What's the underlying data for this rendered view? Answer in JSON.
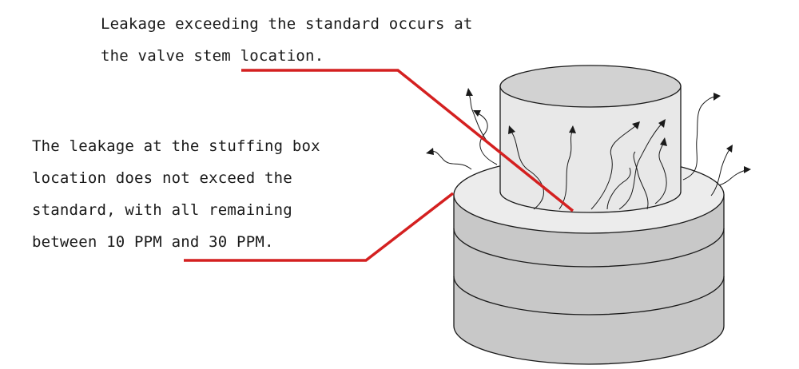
{
  "annotations": {
    "stem_leak": {
      "lines": [
        "Leakage exceeding the standard occurs at",
        "the valve stem location."
      ]
    },
    "stuffing_box": {
      "lines": [
        "The leakage at the stuffing box",
        "location does not exceed the",
        "standard, with all remaining",
        "between 10 PPM and 30 PPM."
      ]
    }
  },
  "colors": {
    "leader_line": "#d42020",
    "stem_fill": "#e6e6e6",
    "stem_top": "#d0d0d0",
    "box_top": "#ececec",
    "box_side": "#c8c8c8",
    "outline": "#1a1a1a",
    "leak_path": "#1a1a1a"
  },
  "icons": {
    "leak": "wavy-arrow-icon"
  }
}
